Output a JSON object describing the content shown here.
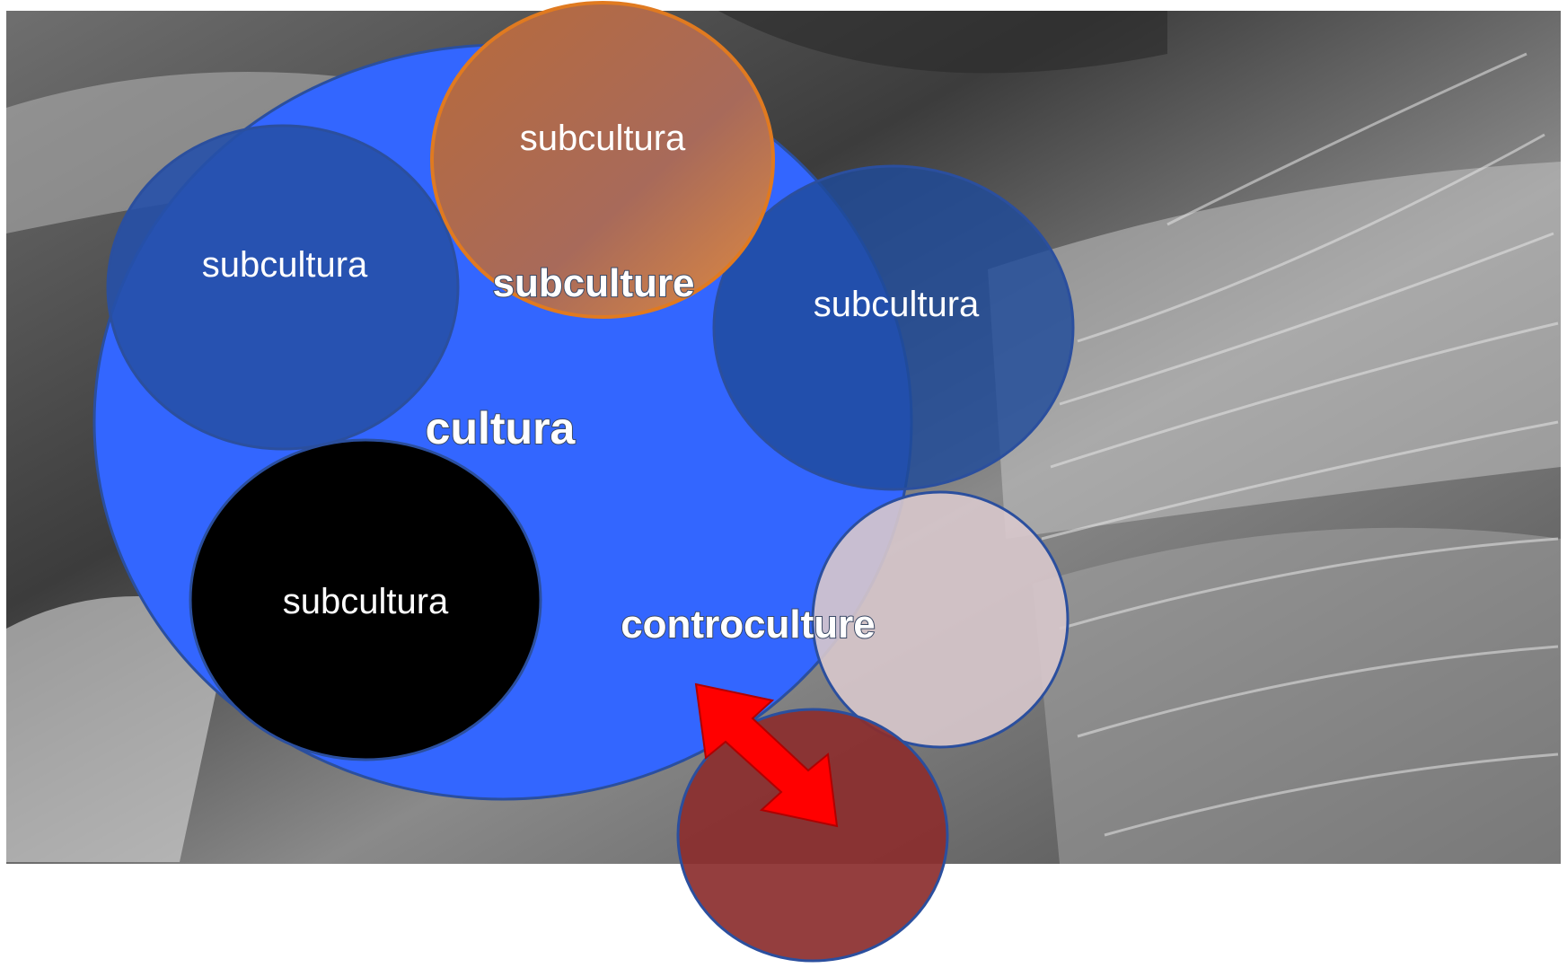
{
  "diagram": {
    "center_label": "cultura",
    "subcultures": [
      {
        "label": "subcultura"
      },
      {
        "label": "subcultura"
      },
      {
        "label": "subcultura"
      },
      {
        "label": "subcultura"
      }
    ],
    "subculture_tag": "subculture",
    "counterculture_tag": "controculture",
    "colors": {
      "culture_fill": "#3366ff",
      "subculture_blue": "#2650a8",
      "subculture_orange_fill": "#a86a5a",
      "subculture_orange_stroke": "#e07a20",
      "subculture_black": "#000000",
      "counter_light": "#d8c8cc",
      "counter_dark": "#8b2e2e",
      "arrow": "#ff0000"
    }
  }
}
